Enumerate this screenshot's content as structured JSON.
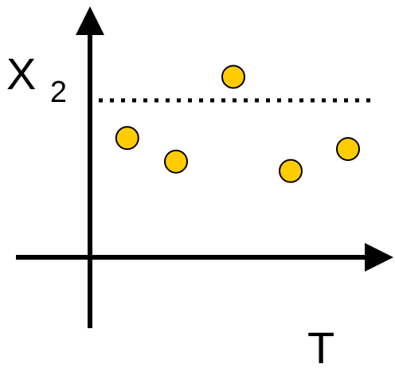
{
  "y_axis": {
    "label": "X",
    "subscript": "2"
  },
  "x_axis": {
    "label": "T"
  },
  "colors": {
    "axis": "#000000",
    "point_fill": "#FFCC00",
    "point_stroke": "#000000",
    "threshold": "#000000",
    "background": "#FFFFFF"
  },
  "chart_data": {
    "type": "scatter",
    "title": "",
    "xlabel": "T",
    "ylabel": "X2",
    "xlim": [
      0,
      100
    ],
    "ylim": [
      0,
      100
    ],
    "grid": false,
    "threshold_line": {
      "y": 100,
      "style": "dotted"
    },
    "points": [
      {
        "x": 13,
        "y": 76
      },
      {
        "x": 30,
        "y": 61
      },
      {
        "x": 50,
        "y": 115
      },
      {
        "x": 70,
        "y": 55
      },
      {
        "x": 90,
        "y": 69
      }
    ]
  }
}
